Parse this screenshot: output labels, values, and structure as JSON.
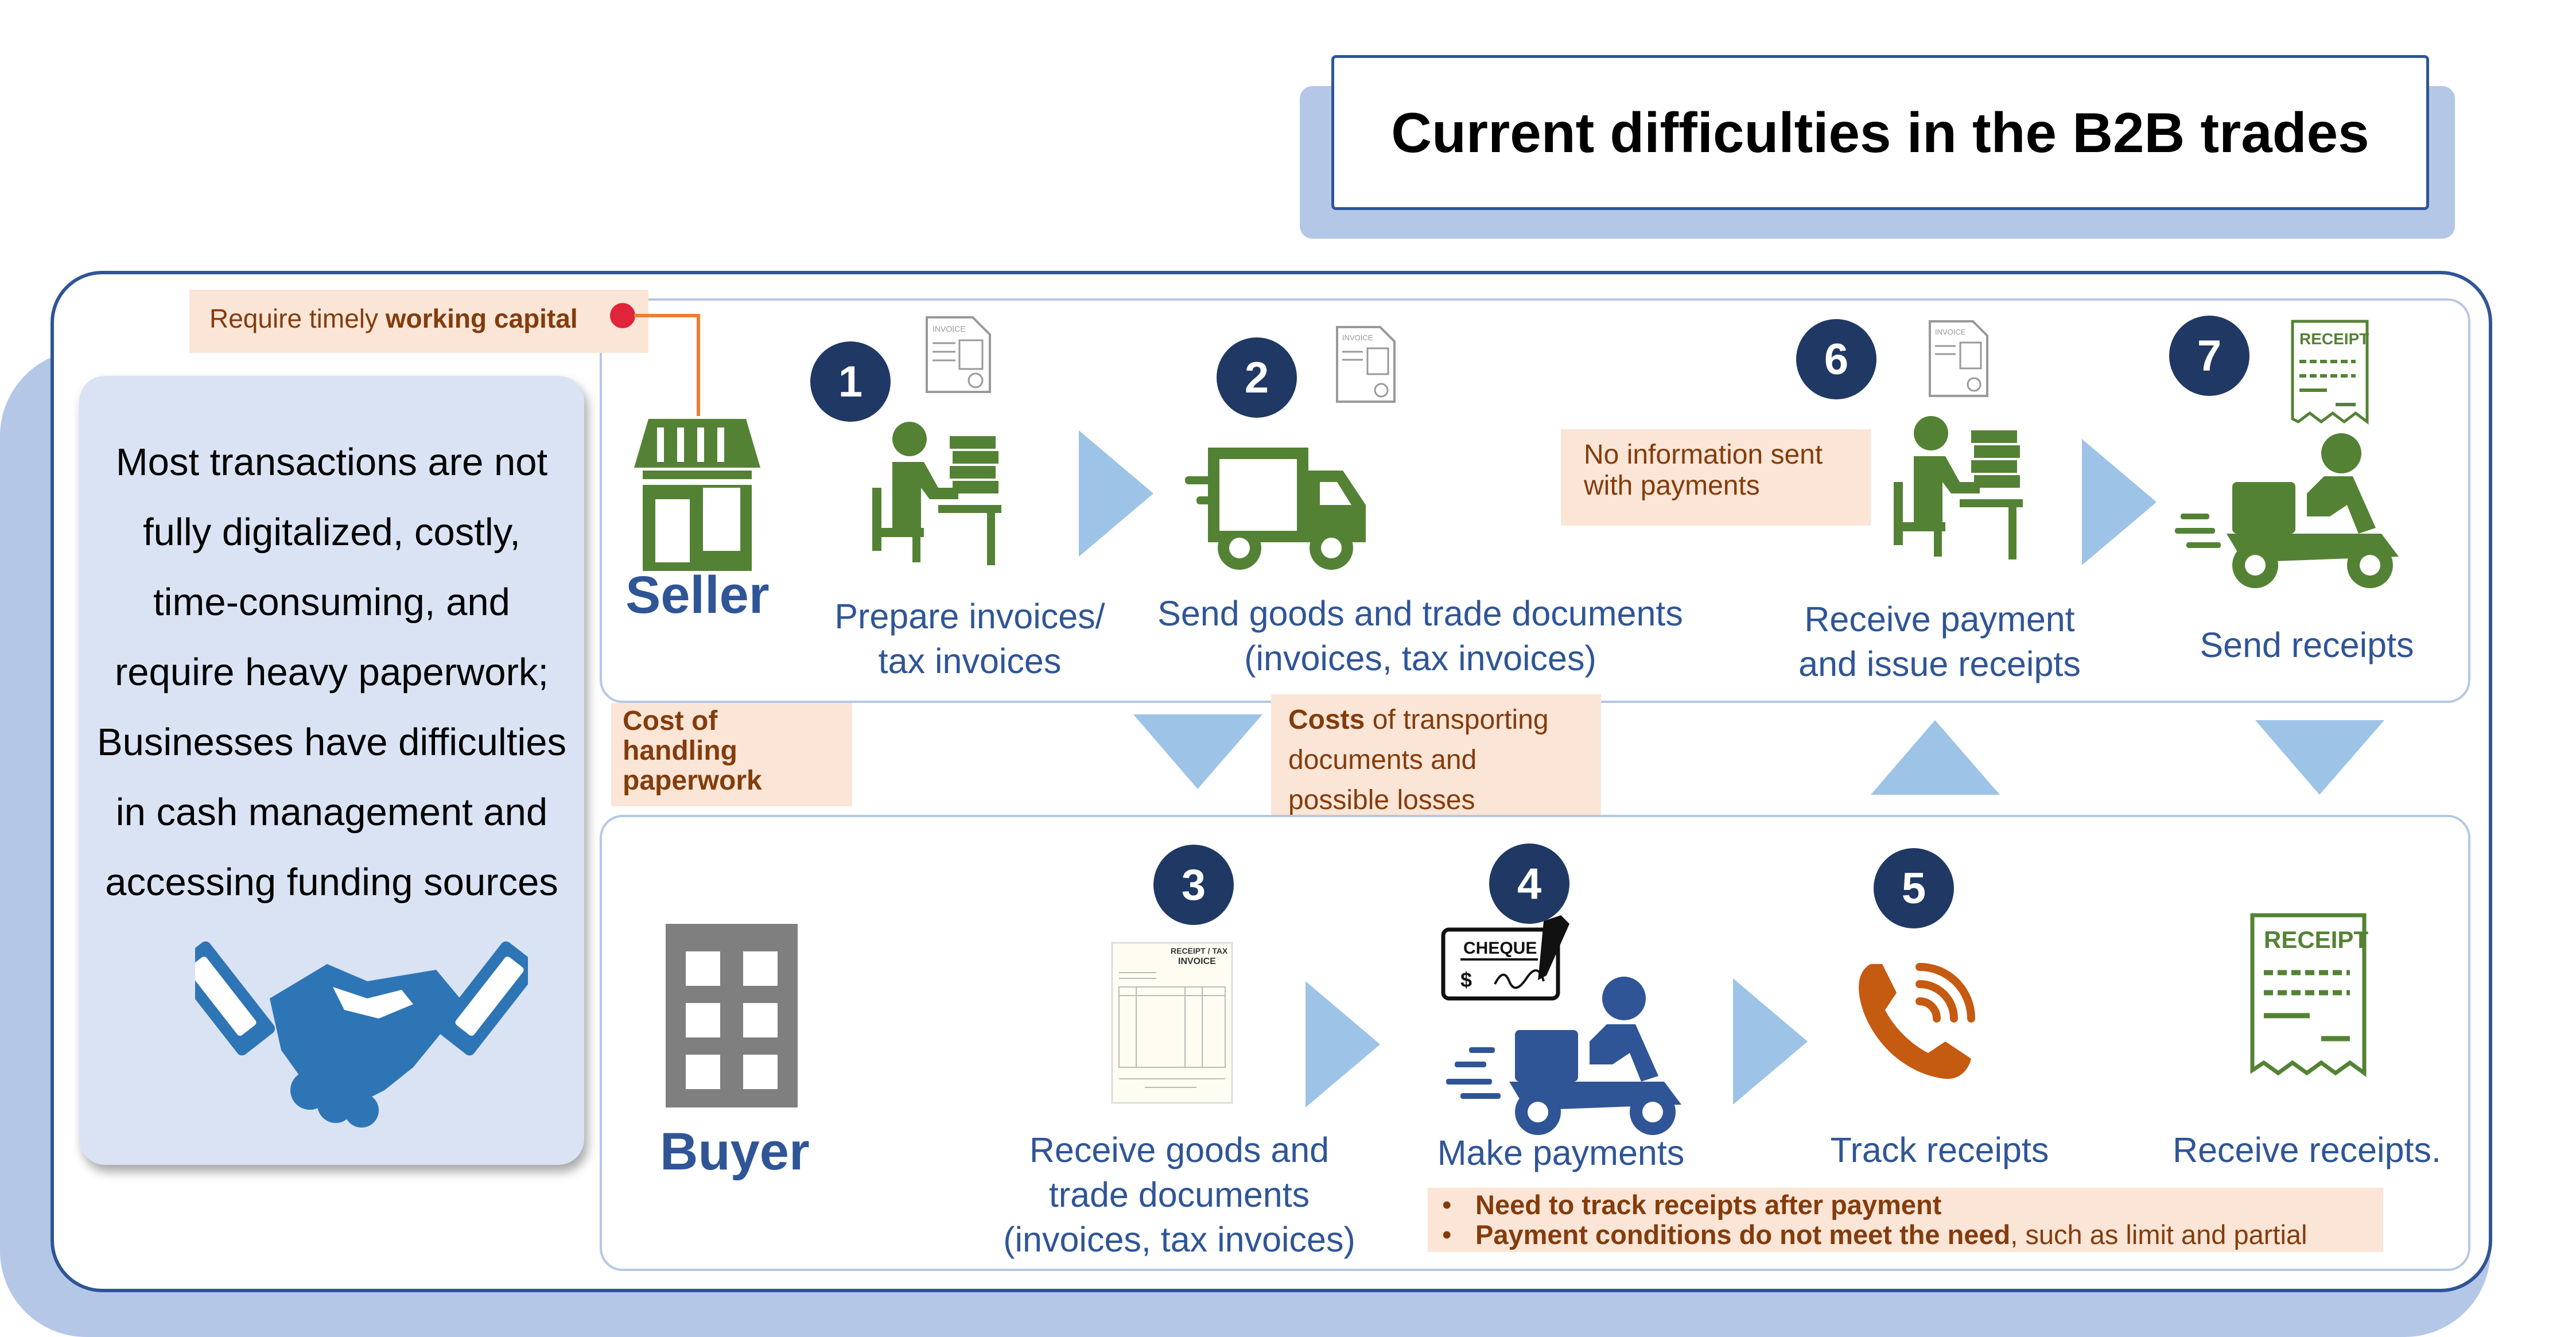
{
  "title": "Current difficulties in the B2B trades",
  "summary": {
    "line1": "Most transactions are not",
    "line2": "fully digitalized, costly,",
    "line3": "time-consuming, and",
    "line4": "require heavy paperwork;",
    "line5": "Businesses have difficulties",
    "line6": "in cash management and",
    "line7": "accessing funding sources"
  },
  "actors": {
    "seller": "Seller",
    "buyer": "Buyer"
  },
  "steps": [
    {
      "number": "1",
      "label_line1": "Prepare invoices/",
      "label_line2": "tax invoices"
    },
    {
      "number": "2",
      "label_line1": "Send goods and trade documents",
      "label_line2": "(invoices, tax invoices)"
    },
    {
      "number": "3",
      "label_line1": "Receive goods and",
      "label_line2": "trade documents",
      "label_line3": "(invoices, tax invoices)"
    },
    {
      "number": "4",
      "label_line1": "Make payments"
    },
    {
      "number": "5",
      "label_line1": "Track receipts"
    },
    {
      "number": "6",
      "label_line1": "Receive payment",
      "label_line2": "and issue receipts"
    },
    {
      "number": "7",
      "label_line1": "Send receipts"
    }
  ],
  "final_step": "Receive receipts.",
  "notes": {
    "working_capital_plain": "Require timely ",
    "working_capital_bold": "working capital",
    "no_info_line1": "No information sent",
    "no_info_line2": "with payments",
    "paperwork_line1": "Cost of",
    "paperwork_line2": "handling",
    "paperwork_line3": "paperwork",
    "transport_bold": "Costs",
    "transport_line1": " of transporting",
    "transport_line2": "documents and",
    "transport_line3": "possible losses",
    "bullet1": "Need to track receipts after payment",
    "bullet2_bold": "Payment conditions do not meet the need",
    "bullet2_plain": ", such as limit and partial"
  },
  "icon_text": {
    "invoice_small": "INVOICE",
    "receipt": "RECEIPT",
    "cheque": "CHEQUE",
    "dollar": "$",
    "invoice_doc_line1": "RECEIPT / TAX",
    "invoice_doc_line2": "INVOICE"
  },
  "colors": {
    "navy": "#203864",
    "blue_text": "#2f5597",
    "green": "#548235",
    "arrow_blue": "#9dc3e6",
    "note_bg": "#fbe5d6",
    "note_text": "#843c0c",
    "panel_border": "#b4c7e7",
    "card_bg": "#dae3f3",
    "handshake": "#2e75b6",
    "scooter_blue": "#2f5597",
    "phone_orange": "#c55a11",
    "alert_red": "#e0243a"
  }
}
